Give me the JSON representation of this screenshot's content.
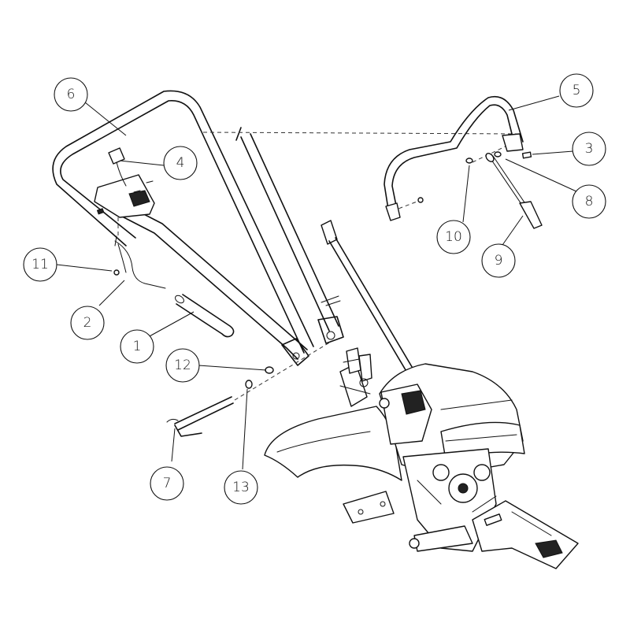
{
  "callouts": [
    {
      "id": "6",
      "label": "6"
    },
    {
      "id": "5",
      "label": "5"
    },
    {
      "id": "4",
      "label": "4"
    },
    {
      "id": "3",
      "label": "3"
    },
    {
      "id": "8",
      "label": "8"
    },
    {
      "id": "10",
      "label": "10"
    },
    {
      "id": "9",
      "label": "9"
    },
    {
      "id": "11",
      "label": "11"
    },
    {
      "id": "2",
      "label": "2"
    },
    {
      "id": "1",
      "label": "1"
    },
    {
      "id": "12",
      "label": "12"
    },
    {
      "id": "7",
      "label": "7"
    },
    {
      "id": "13",
      "label": "13"
    }
  ]
}
